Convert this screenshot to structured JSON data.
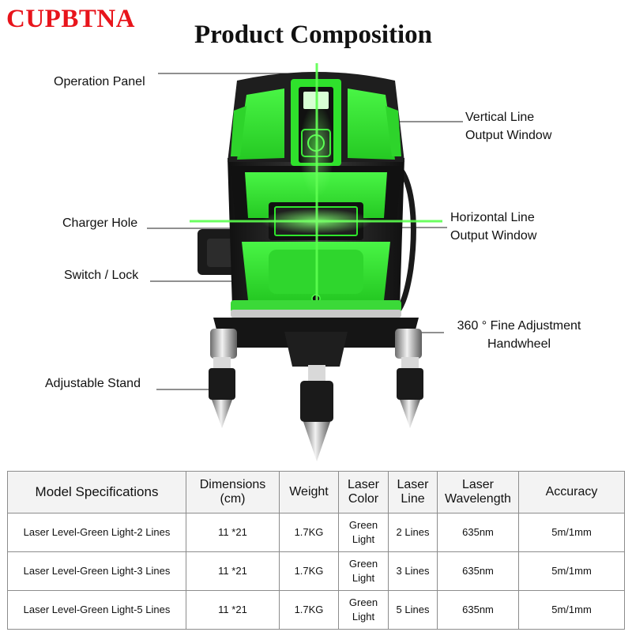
{
  "brand": "CUPBTNA",
  "title": "Product Composition",
  "callouts": {
    "operation_panel": "Operation Panel",
    "charger_hole": "Charger Hole",
    "switch_lock": "Switch / Lock",
    "adjustable_stand": "Adjustable Stand",
    "vertical_line_1": "Vertical Line",
    "vertical_line_2": "Output Window",
    "horizontal_line_1": "Horizontal Line",
    "horizontal_line_2": "Output Window",
    "fine_adjust_1": "360 ° Fine Adjustment",
    "fine_adjust_2": "Handwheel"
  },
  "colors": {
    "brand": "#e8141b",
    "laser_green": "#3df23a",
    "body_dark": "#1c1c1c"
  },
  "table": {
    "headers": [
      [
        "Model Specifications"
      ],
      [
        "Dimensions",
        "(cm)"
      ],
      [
        "Weight"
      ],
      [
        "Laser",
        "Color"
      ],
      [
        "Laser",
        "Line"
      ],
      [
        "Laser",
        "Wavelength"
      ],
      [
        "Accuracy"
      ]
    ],
    "rows": [
      {
        "model": "Laser Level-Green Light-2 Lines",
        "dimensions": "11 *21",
        "weight": "1.7KG",
        "color_1": "Green",
        "color_2": "Light",
        "line": "2 Lines",
        "wavelength": "635nm",
        "accuracy": "5m/1mm"
      },
      {
        "model": "Laser Level-Green Light-3 Lines",
        "dimensions": "11 *21",
        "weight": "1.7KG",
        "color_1": "Green",
        "color_2": "Light",
        "line": "3 Lines",
        "wavelength": "635nm",
        "accuracy": "5m/1mm"
      },
      {
        "model": "Laser Level-Green Light-5 Lines",
        "dimensions": "11 *21",
        "weight": "1.7KG",
        "color_1": "Green",
        "color_2": "Light",
        "line": "5 Lines",
        "wavelength": "635nm",
        "accuracy": "5m/1mm"
      }
    ]
  }
}
